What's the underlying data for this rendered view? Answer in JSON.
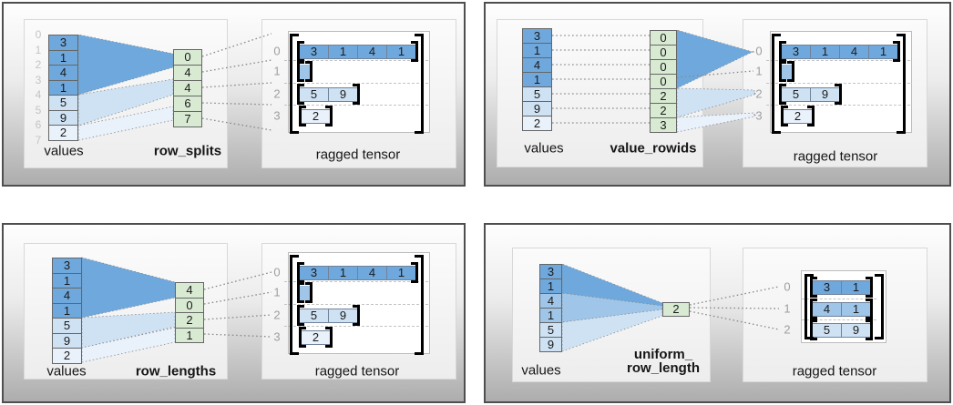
{
  "figure": {
    "description": "ragged tensor construction diagrams"
  },
  "colors": {
    "dark": "#6fa8dc",
    "medium": "#9fc5e8",
    "light": "#cfe2f3",
    "lightest": "#e9f1fb",
    "green": "#d9ead3",
    "bracket": "#000000",
    "cell_border": "#666666",
    "row_label": "#9e9e9e",
    "index_label": "#c4c4c4",
    "dotted_line": "#8a8a8a",
    "dashed_line": "#c4c4c4"
  },
  "panels": [
    {
      "values_label": "values",
      "method_label": "row_splits",
      "method_label2": "",
      "ragged_label": "ragged tensor",
      "value_indices": [
        "0",
        "1",
        "2",
        "3",
        "4",
        "5",
        "6",
        "7"
      ],
      "values": [
        {
          "v": "3",
          "shade": "dark"
        },
        {
          "v": "1",
          "shade": "dark"
        },
        {
          "v": "4",
          "shade": "dark"
        },
        {
          "v": "1",
          "shade": "dark"
        },
        {
          "v": "5",
          "shade": "light"
        },
        {
          "v": "9",
          "shade": "light"
        },
        {
          "v": "2",
          "shade": "lightest"
        }
      ],
      "method_cells": [
        "0",
        "4",
        "4",
        "6",
        "7"
      ],
      "ragged_rows": [
        {
          "label": "0",
          "cells": [
            "3",
            "1",
            "4",
            "1"
          ],
          "shade": "dark"
        },
        {
          "label": "1",
          "cells": [],
          "shade": "medium"
        },
        {
          "label": "2",
          "cells": [
            "5",
            "9"
          ],
          "shade": "light"
        },
        {
          "label": "3",
          "cells": [
            "2"
          ],
          "shade": "lightest"
        }
      ]
    },
    {
      "values_label": "values",
      "method_label": "value_rowids",
      "method_label2": "",
      "ragged_label": "ragged tensor",
      "value_indices": [],
      "values": [
        {
          "v": "3",
          "shade": "dark"
        },
        {
          "v": "1",
          "shade": "dark"
        },
        {
          "v": "4",
          "shade": "dark"
        },
        {
          "v": "1",
          "shade": "dark"
        },
        {
          "v": "5",
          "shade": "light"
        },
        {
          "v": "9",
          "shade": "light"
        },
        {
          "v": "2",
          "shade": "lightest"
        }
      ],
      "method_cells": [
        "0",
        "0",
        "0",
        "0",
        "2",
        "2",
        "3"
      ],
      "ragged_rows": [
        {
          "label": "0",
          "cells": [
            "3",
            "1",
            "4",
            "1"
          ],
          "shade": "dark"
        },
        {
          "label": "1",
          "cells": [],
          "shade": "medium"
        },
        {
          "label": "2",
          "cells": [
            "5",
            "9"
          ],
          "shade": "light"
        },
        {
          "label": "3",
          "cells": [
            "2"
          ],
          "shade": "lightest"
        }
      ]
    },
    {
      "values_label": "values",
      "method_label": "row_lengths",
      "method_label2": "",
      "ragged_label": "ragged tensor",
      "value_indices": [],
      "values": [
        {
          "v": "3",
          "shade": "dark"
        },
        {
          "v": "1",
          "shade": "dark"
        },
        {
          "v": "4",
          "shade": "dark"
        },
        {
          "v": "1",
          "shade": "dark"
        },
        {
          "v": "5",
          "shade": "light"
        },
        {
          "v": "9",
          "shade": "light"
        },
        {
          "v": "2",
          "shade": "lightest"
        }
      ],
      "method_cells": [
        "4",
        "0",
        "2",
        "1"
      ],
      "ragged_rows": [
        {
          "label": "0",
          "cells": [
            "3",
            "1",
            "4",
            "1"
          ],
          "shade": "dark"
        },
        {
          "label": "1",
          "cells": [],
          "shade": "medium"
        },
        {
          "label": "2",
          "cells": [
            "5",
            "9"
          ],
          "shade": "light"
        },
        {
          "label": "3",
          "cells": [
            "2"
          ],
          "shade": "lightest"
        }
      ]
    },
    {
      "values_label": "values",
      "method_label": "uniform_",
      "method_label2": "row_length",
      "ragged_label": "ragged tensor",
      "value_indices": [],
      "values": [
        {
          "v": "3",
          "shade": "dark"
        },
        {
          "v": "1",
          "shade": "dark"
        },
        {
          "v": "4",
          "shade": "medium"
        },
        {
          "v": "1",
          "shade": "medium"
        },
        {
          "v": "5",
          "shade": "light"
        },
        {
          "v": "9",
          "shade": "light"
        }
      ],
      "method_cells": [
        "2"
      ],
      "ragged_rows": [
        {
          "label": "0",
          "cells": [
            "3",
            "1"
          ],
          "shade": "dark"
        },
        {
          "label": "1",
          "cells": [
            "4",
            "1"
          ],
          "shade": "medium"
        },
        {
          "label": "2",
          "cells": [
            "5",
            "9"
          ],
          "shade": "light"
        }
      ]
    }
  ]
}
